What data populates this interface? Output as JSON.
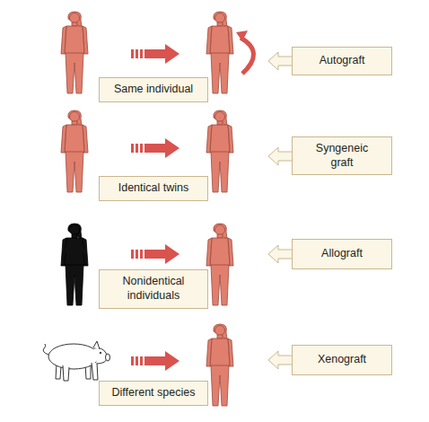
{
  "diagram": {
    "nodes": [
      {
        "text": [
          "Same individual"
        ]
      },
      {
        "text": [
          "Autograft"
        ]
      },
      {
        "text": [
          "Identical twins"
        ]
      },
      {
        "text": [
          "Syngeneic graft"
        ]
      },
      {
        "text": [
          "Nonidentical individuals"
        ]
      },
      {
        "text": [
          "Allograft"
        ]
      },
      {
        "text": [
          "Different species"
        ]
      },
      {
        "text": [
          "Xenograft"
        ]
      }
    ]
  }
}
